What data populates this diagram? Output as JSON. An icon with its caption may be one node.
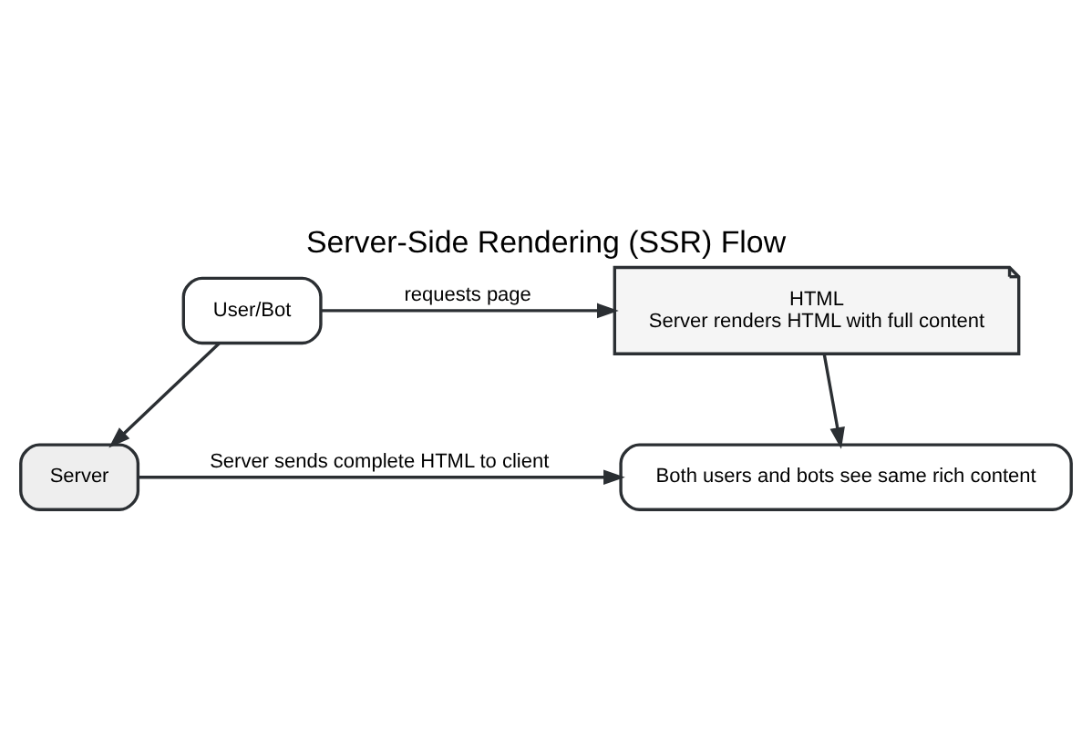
{
  "diagram": {
    "title": "Server-Side Rendering (SSR) Flow",
    "nodes": [
      {
        "text": [
          "User/Bot"
        ]
      },
      {
        "text": [
          "HTML",
          "Server renders HTML with full content"
        ]
      },
      {
        "text": [
          "Server"
        ]
      },
      {
        "text": [
          "Both users and bots see same rich content"
        ]
      }
    ],
    "edges": [
      {
        "from": 0,
        "to": 1,
        "arrow": "to",
        "label": "requests page"
      },
      {
        "from": 0,
        "to": 2,
        "arrow": "to"
      },
      {
        "from": 1,
        "to": 3,
        "arrow": "to"
      },
      {
        "from": 2,
        "to": 3,
        "arrow": "to",
        "label": "Server sends complete HTML to client"
      }
    ]
  }
}
